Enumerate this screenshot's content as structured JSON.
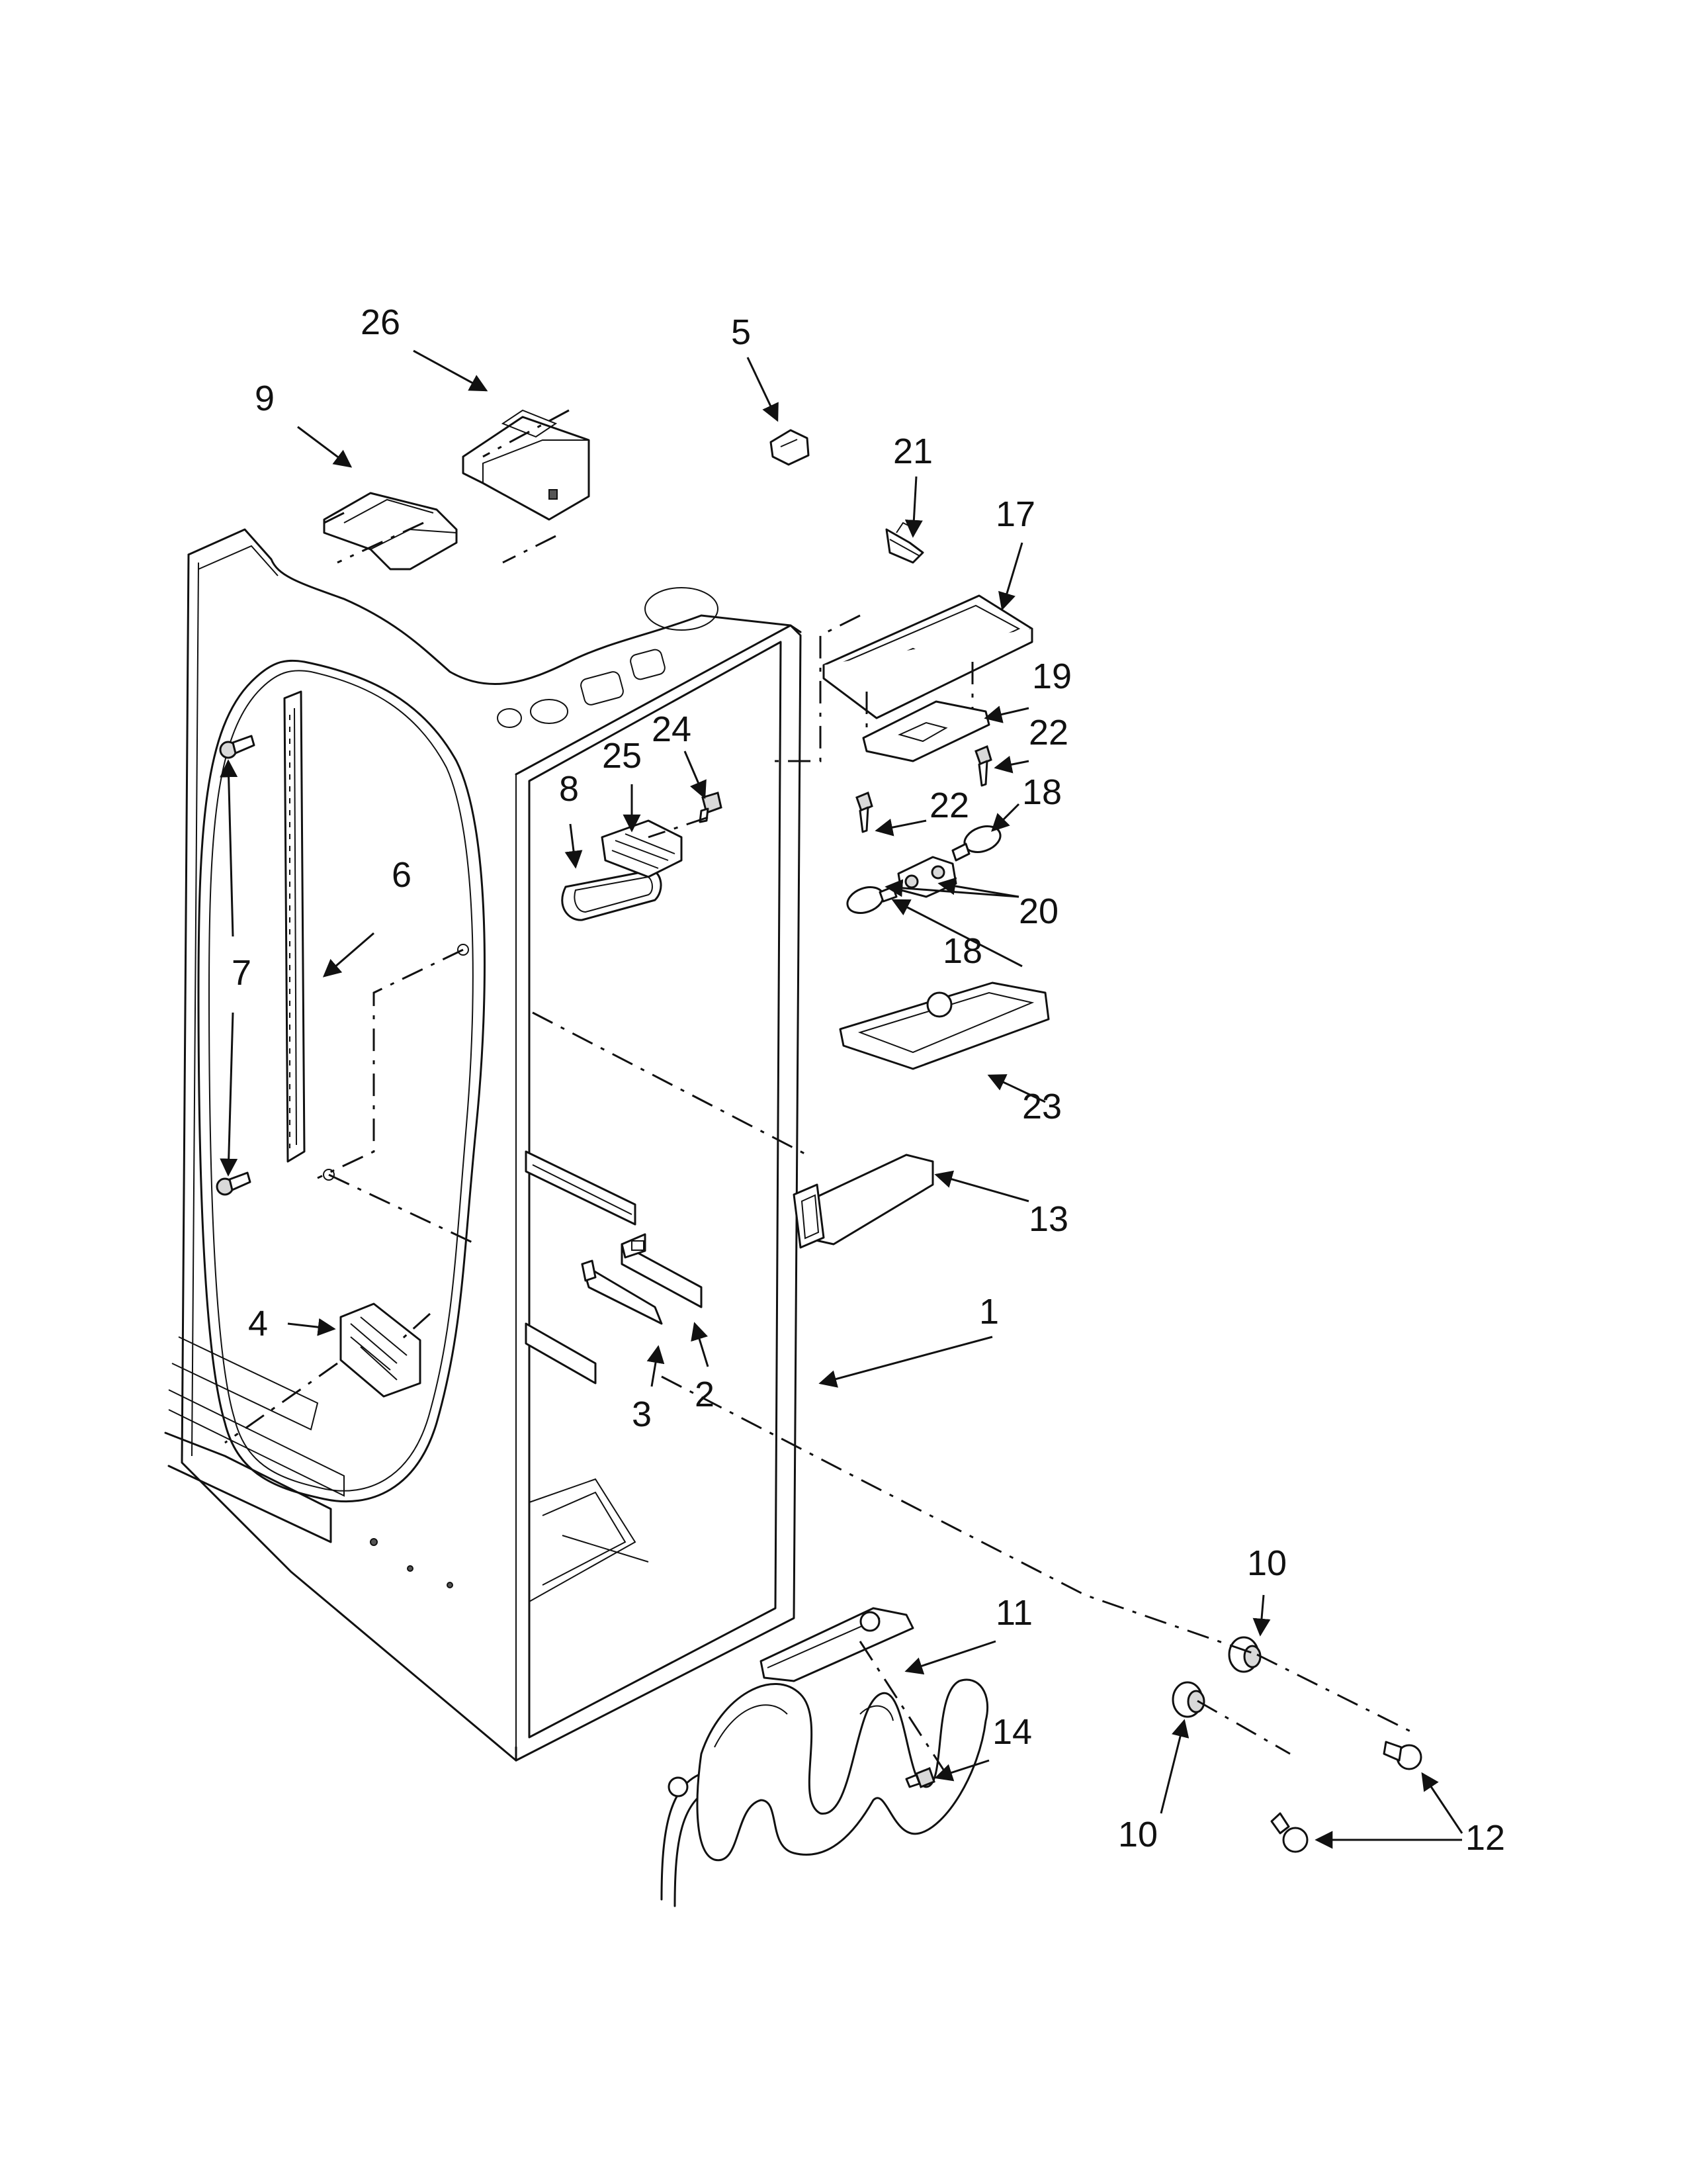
{
  "callouts": {
    "c1": "1",
    "c2": "2",
    "c3": "3",
    "c4": "4",
    "c5": "5",
    "c6": "6",
    "c7": "7",
    "c8": "8",
    "c9": "9",
    "c10a": "10",
    "c10b": "10",
    "c11": "11",
    "c12": "12",
    "c13": "13",
    "c14": "14",
    "c17": "17",
    "c18a": "18",
    "c18b": "18",
    "c19": "19",
    "c20": "20",
    "c21": "21",
    "c22a": "22",
    "c22b": "22",
    "c23": "23",
    "c24": "24",
    "c25": "25",
    "c26": "26"
  },
  "arrowhead_color": "#111111"
}
